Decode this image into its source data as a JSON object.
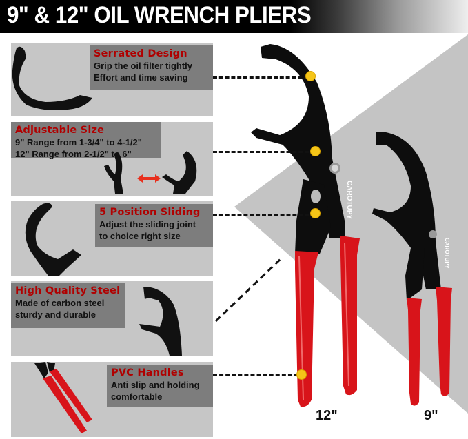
{
  "header": {
    "title": "9\" & 12\" OIL WRENCH PLIERS"
  },
  "features": [
    {
      "title": "Serrated Design",
      "lines": [
        "Grip the oil filter tightly",
        "Effort and time saving"
      ]
    },
    {
      "title": "Adjustable Size",
      "lines": [
        "9\" Range from 1-3/4\" to 4-1/2\"",
        "12\" Range from 2-1/2\" to 6\""
      ]
    },
    {
      "title": "5 Position Sliding",
      "lines": [
        "Adjust the sliding joint",
        "to choice right size"
      ]
    },
    {
      "title": "High Quality Steel",
      "lines": [
        "Made of carbon steel",
        "sturdy and durable"
      ]
    },
    {
      "title": "PVC Handles",
      "lines": [
        "Anti slip and holding",
        "comfortable"
      ]
    }
  ],
  "product": {
    "brand": "CAROTUPY",
    "sizes": [
      "12\"",
      "9\""
    ]
  },
  "colors": {
    "title_red": "#b00000",
    "handle_red": "#d8141a",
    "marker_yellow": "#f5c518",
    "panel_gray": "#c6c6c6",
    "label_gray": "#7d7d7d"
  }
}
